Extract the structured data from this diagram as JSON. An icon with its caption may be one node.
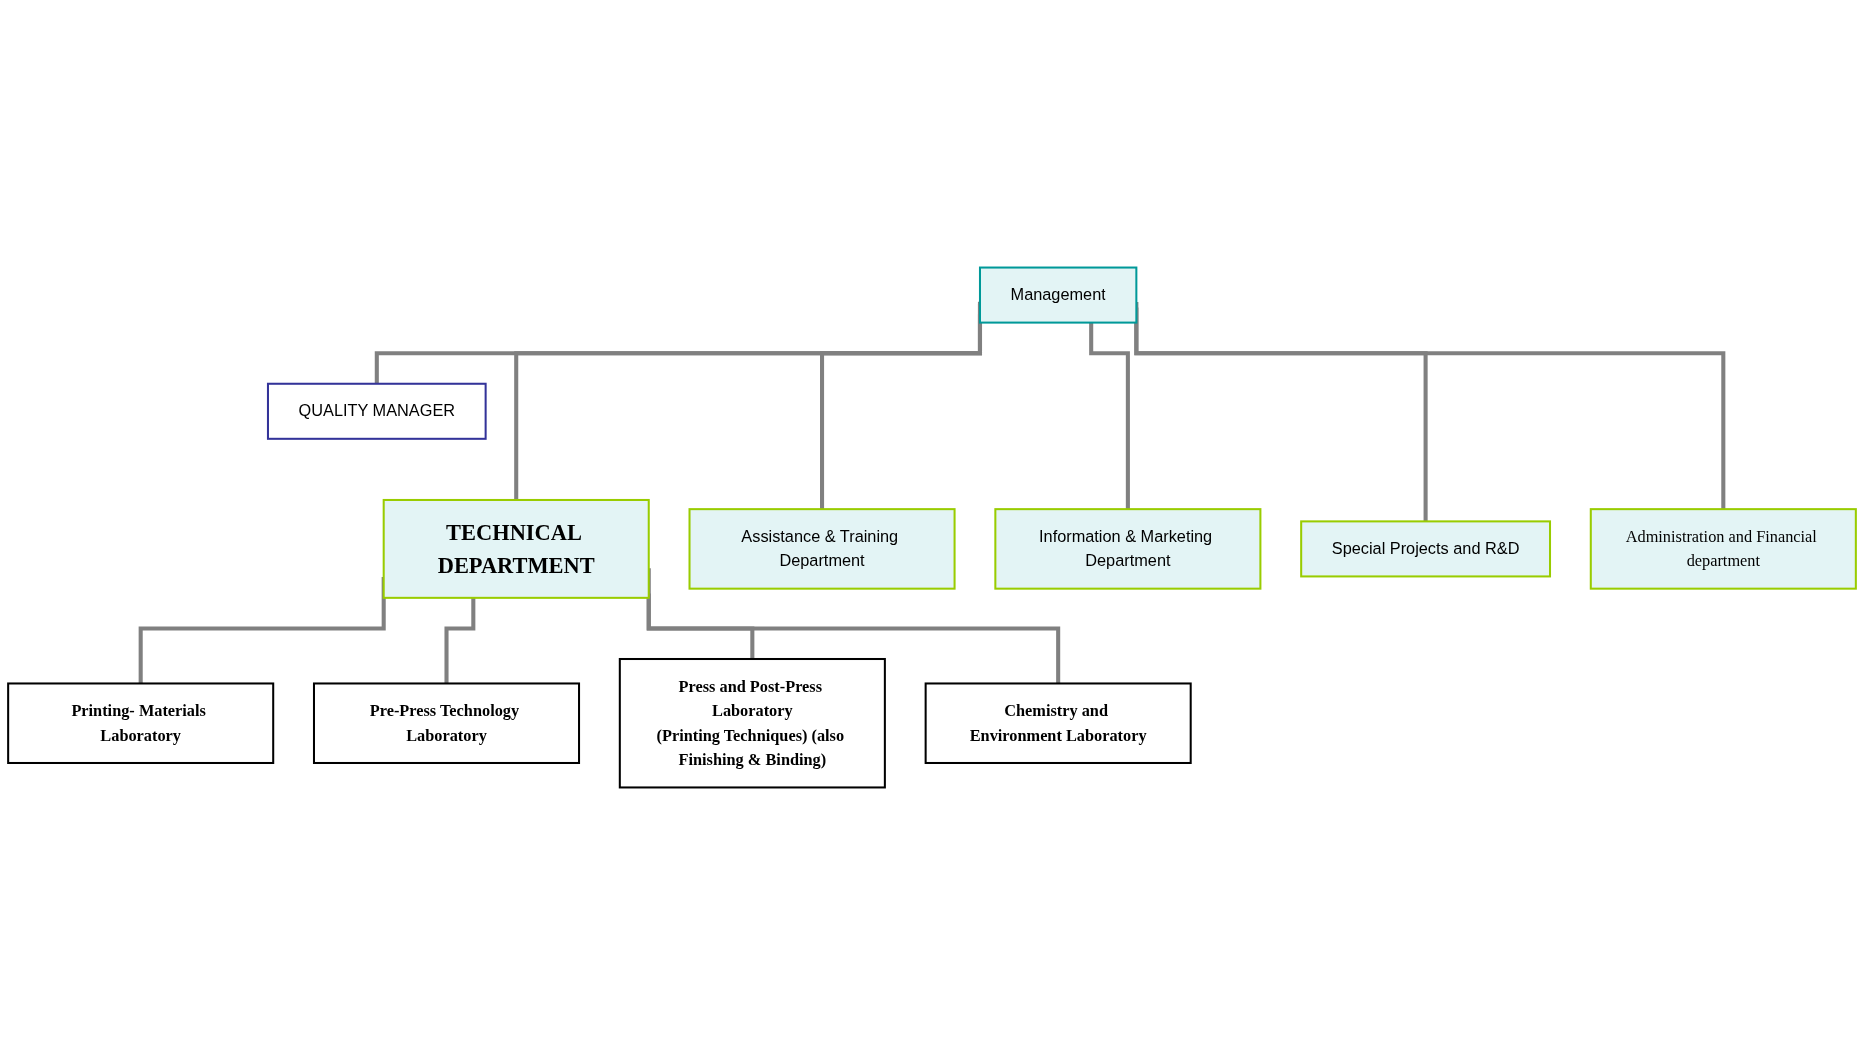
{
  "diagram": {
    "nodes": [
      {
        "text": [
          "Management"
        ]
      },
      {
        "text": [
          "QUALITY MANAGER"
        ]
      },
      {
        "text": [
          "TECHNICAL DEPARTMENT"
        ]
      },
      {
        "text": [
          "Assistance & Training Department"
        ]
      },
      {
        "text": [
          "Information & Marketing Department"
        ]
      },
      {
        "text": [
          "Special Projects and R&D"
        ]
      },
      {
        "text": [
          "Administration and Financial department"
        ]
      },
      {
        "text": [
          "Printing- Materials Laboratory"
        ]
      },
      {
        "text": [
          "Pre-Press Technology Laboratory"
        ]
      },
      {
        "text": [
          "Press and Post-Press Laboratory",
          "(Printing Techniques) (also Finishing & Binding)"
        ]
      },
      {
        "text": [
          "Chemistry and Environment Laboratory"
        ]
      }
    ],
    "edges": [
      {
        "from": 0,
        "to": 1,
        "arrow": "none"
      },
      {
        "from": 0,
        "to": 2,
        "arrow": "none"
      },
      {
        "from": 0,
        "to": 3,
        "arrow": "none"
      },
      {
        "from": 0,
        "to": 4,
        "arrow": "none"
      },
      {
        "from": 0,
        "to": 5,
        "arrow": "none"
      },
      {
        "from": 0,
        "to": 6,
        "arrow": "none"
      },
      {
        "from": 2,
        "to": 7,
        "arrow": "none"
      },
      {
        "from": 2,
        "to": 8,
        "arrow": "none"
      },
      {
        "from": 2,
        "to": 9,
        "arrow": "none"
      },
      {
        "from": 2,
        "to": 10,
        "arrow": "none"
      }
    ]
  }
}
